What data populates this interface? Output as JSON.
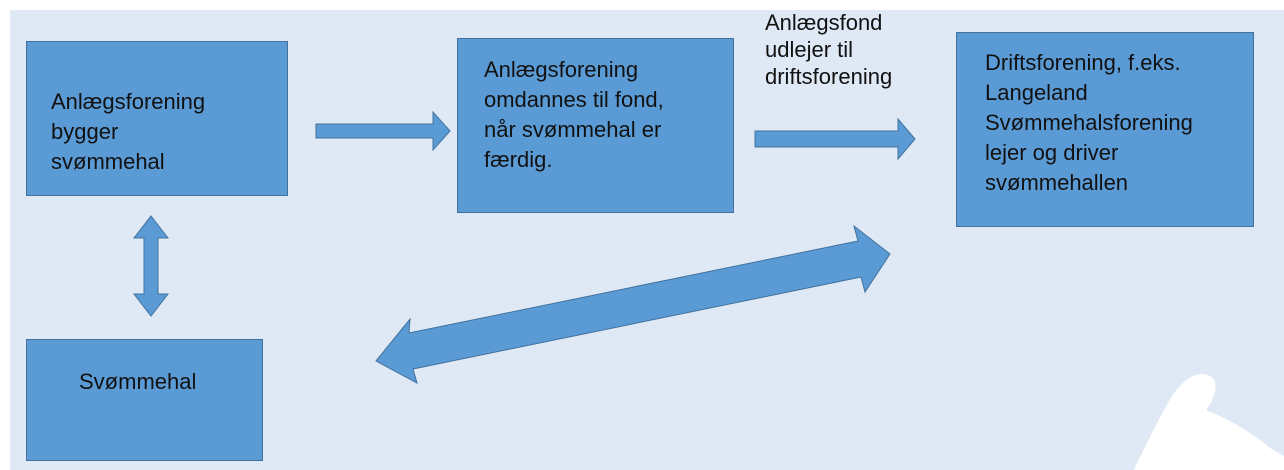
{
  "diagram": {
    "nodes": {
      "construction_association": {
        "text": "Anlægsforening\nbygger\nsvømmehal"
      },
      "foundation": {
        "text": "Anlægsforening\nomdannes til fond,\nnår svømmehal er\nfærdig."
      },
      "operating_association": {
        "text": "Driftsforening, f.eks.\nLangeland\nSvømmehalsforening\nlejer og driver\nsvømmehallen"
      },
      "swimming_pool": {
        "text": "Svømmehal"
      }
    },
    "edges": {
      "foundation_to_operating": {
        "label": "Anlægsfond\nudlejer til\ndriftsforening"
      }
    }
  },
  "colors": {
    "background": "#dfe9f6",
    "box_fill": "#5b9bd5",
    "box_border": "#41719c",
    "arrow_fill": "#5b9bd5",
    "text": "#111111"
  }
}
